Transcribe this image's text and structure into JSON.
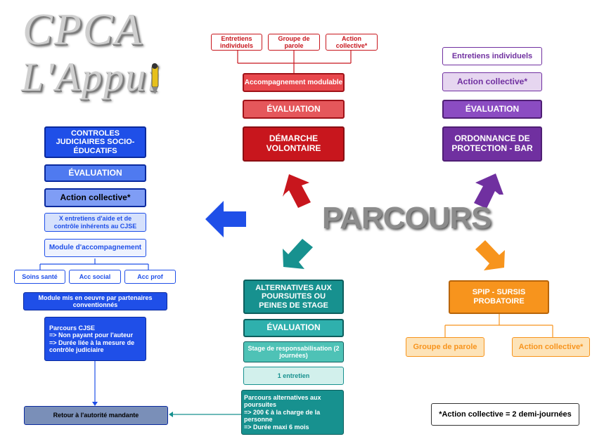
{
  "logo": {
    "line1": "CPCA",
    "line2": "L'Appui"
  },
  "center_title": "PARCOURS",
  "footnote": "*Action collective = 2 demi-journées",
  "colors": {
    "blue": "#1f4fe8",
    "red": "#c8161d",
    "teal": "#17918f",
    "purple": "#7030a0",
    "orange": "#f7941d"
  },
  "blue": {
    "title": "CONTROLES JUDICIAIRES SOCIO-ÉDUCATIFS",
    "evaluation": "ÉVALUATION",
    "action": "Action collective*",
    "entretiens": "X entretiens d'aide et de contrôle inhérents au CJSE",
    "module": "Module d'accompagnement",
    "soins": "Soins santé",
    "social": "Acc social",
    "prof": "Acc prof",
    "partenaires": "Module mis en oeuvre par partenaires conventionnés",
    "parcours": "Parcours CJSE\n=> Non payant pour l'auteur\n=> Durée liée à la mesure de contrôle judiciaire",
    "retour": "Retour à l'autorité mandante"
  },
  "red": {
    "entretiens": "Entretiens individuels",
    "groupe": "Groupe de parole",
    "action": "Action collective*",
    "accompagnement": "Accompagnement modulable",
    "evaluation": "ÉVALUATION",
    "title": "DÉMARCHE VOLONTAIRE"
  },
  "purple": {
    "entretiens": "Entretiens individuels",
    "action": "Action collective*",
    "evaluation": "ÉVALUATION",
    "title": "ORDONNANCE DE PROTECTION - BAR"
  },
  "teal": {
    "title": "ALTERNATIVES AUX POURSUITES OU PEINES DE STAGE",
    "evaluation": "ÉVALUATION",
    "stage": "Stage de responsabilisation (2 journées)",
    "entretien": "1 entretien",
    "parcours": "Parcours alternatives aux poursuites\n=> 200 € à la charge de la personne\n=> Durée maxi 6 mois"
  },
  "orange": {
    "title": "SPIP - SURSIS PROBATOIRE",
    "groupe": "Groupe de parole",
    "action": "Action collective*"
  }
}
